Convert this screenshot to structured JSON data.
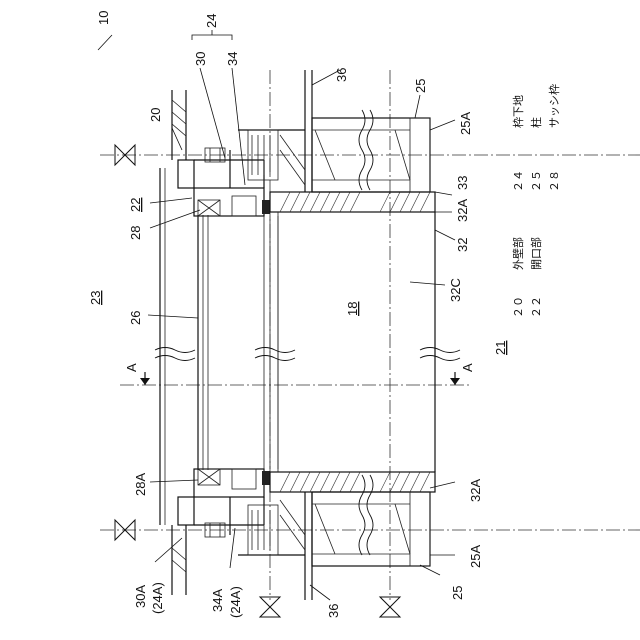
{
  "figure": {
    "figure_ref": "10",
    "labels": {
      "l24": "24",
      "l30": "30",
      "l34": "34",
      "l36_top": "36",
      "l25_top": "25",
      "l25A_top": "25A",
      "l20": "20",
      "l33": "33",
      "l32A_top": "32A",
      "l22": "22",
      "l28": "28",
      "l32": "32",
      "l23": "23",
      "l26": "26",
      "l18": "18",
      "l32C": "32C",
      "l21": "21",
      "lA_left": "A",
      "lA_right": "A",
      "l28A": "28A",
      "l32A_bot": "32A",
      "l25A_bot": "25A",
      "l30A": "30A",
      "l24A_1": "(24A)",
      "l34A": "34A",
      "l24A_2": "(24A)",
      "l36_bot": "36",
      "l25_bot": "25"
    },
    "legend": [
      {
        "num": "２４",
        "text": "枠下地"
      },
      {
        "num": "２５",
        "text": "柱"
      },
      {
        "num": "２８",
        "text": "サッシ枠"
      },
      {
        "num": "２０",
        "text": "外壁部"
      },
      {
        "num": "２２",
        "text": "開口部"
      }
    ]
  }
}
